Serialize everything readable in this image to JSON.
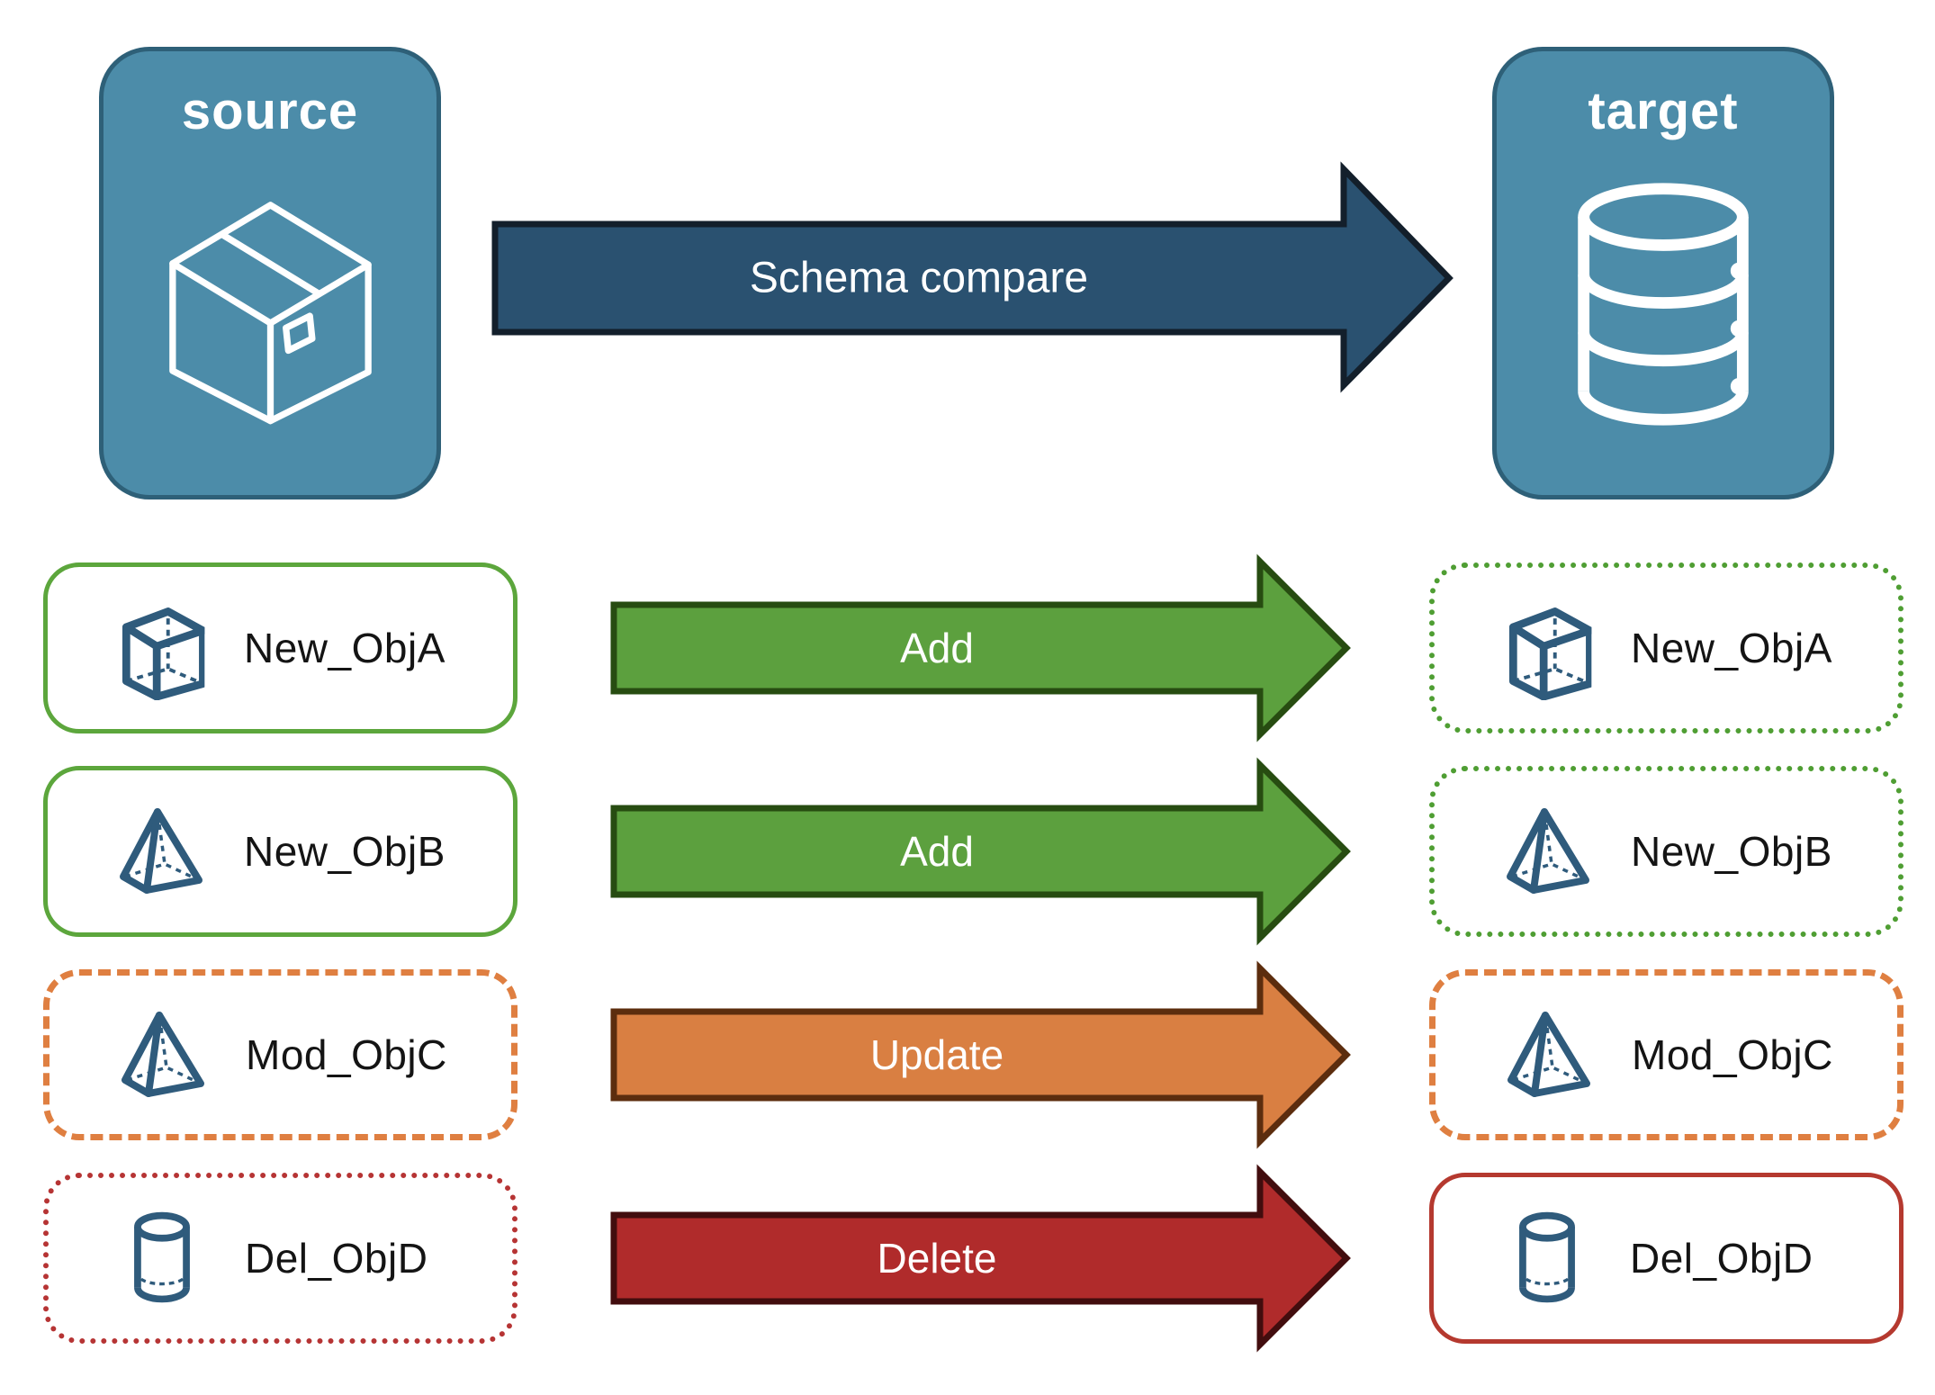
{
  "header": {
    "source_label": "source",
    "target_label": "target",
    "compare_arrow_label": "Schema compare"
  },
  "objects": [
    {
      "name": "New_ObjA",
      "action": "Add",
      "icon": "cube-icon",
      "source_border": "solid-green",
      "target_border": "dotted-green"
    },
    {
      "name": "New_ObjB",
      "action": "Add",
      "icon": "pyramid-icon",
      "source_border": "solid-green",
      "target_border": "dotted-green"
    },
    {
      "name": "Mod_ObjC",
      "action": "Update",
      "icon": "pyramid-icon",
      "source_border": "dashed-orange",
      "target_border": "dashed-orange"
    },
    {
      "name": "Del_ObjD",
      "action": "Delete",
      "icon": "cylinder-icon",
      "source_border": "dotted-red",
      "target_border": "solid-red"
    }
  ],
  "icons": {
    "source_panel_icon": "package-icon",
    "target_panel_icon": "database-icon"
  },
  "colors": {
    "panel_fill": "#4C8CA9",
    "panel_border": "#2E6078",
    "compare_fill": "#2A5170",
    "compare_border": "#131F2B",
    "add_fill": "#5CA03E",
    "add_border": "#274C11",
    "update_fill": "#D97F42",
    "update_border": "#5C2D0E",
    "delete_fill": "#B02B2B",
    "delete_border": "#420D0E",
    "green_solid": "#5CA63C",
    "green_dotted": "#4F9E33",
    "orange_dashed": "#DF7F41",
    "red_dotted": "#B63434",
    "red_solid": "#B5392F",
    "icon_stroke": "#2F5B7C",
    "label_color": "#141414"
  }
}
